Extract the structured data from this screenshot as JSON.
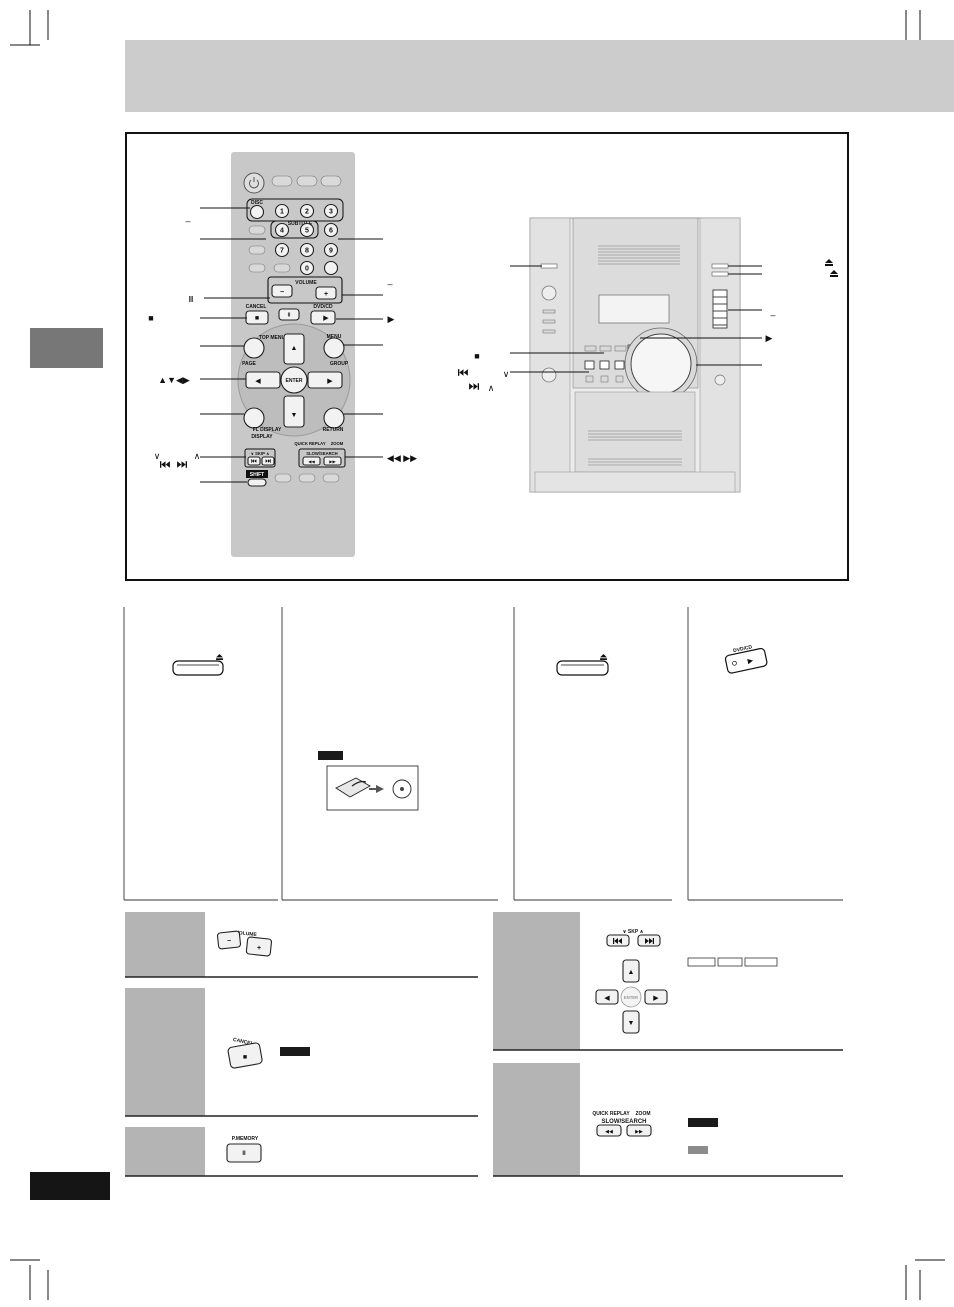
{
  "colors": {
    "header_gray": "#cccccc",
    "tab_gray": "#777777",
    "remote_body": "#c8c8c8",
    "step_gray": "#b4b4b4",
    "badge_black": "#1a1a1a",
    "badge_gray": "#8c8c8c"
  },
  "icons": {
    "stop": "stop-icon",
    "pause": "pause-icon",
    "play": "play-icon",
    "prev": "skip-back-icon",
    "next": "skip-forward-icon",
    "eject": "eject-icon"
  },
  "remote": {
    "disc": "DISC",
    "subtitle": "SUBTITLE",
    "numbers": [
      "1",
      "2",
      "3",
      "4",
      "5",
      "6",
      "7",
      "8",
      "9",
      "0"
    ],
    "volume": "VOLUME",
    "vol_minus": "−",
    "vol_plus": "+",
    "cancel": "CANCEL",
    "cancel_symbol": "■",
    "pause_symbol": "II",
    "dvdcd": "DVD/CD",
    "play_symbol": "▶",
    "top_menu": "TOP MENU",
    "menu": "MENU",
    "page": "PAGE",
    "group": "GROUP",
    "up": "▲",
    "down": "▼",
    "left": "◀",
    "right": "▶",
    "enter": "ENTER",
    "fl_display": "FL DISPLAY",
    "display": "DISPLAY",
    "return": "RETURN",
    "skip": "∨  SKIP  ∧",
    "quick_replay": "QUICK REPLAY",
    "zoom": "ZOOM",
    "slow_search": "SLOW/SEARCH",
    "rew": "◀◀",
    "ff": "▶▶",
    "shift": "SHIFT"
  },
  "callouts": {
    "remote_left": {
      "dash": "–",
      "pause": "II",
      "stop": "■",
      "cursor": "▲▼◀▶",
      "skip_down": "∨",
      "skip_up": "∧"
    },
    "remote_right": {
      "dash": "–",
      "play": "▶",
      "search": "◀◀  ▶▶"
    },
    "unit_left": {
      "stop": "■",
      "skip_down": "∨",
      "skip_up": "∧"
    },
    "unit_right": {
      "dash": "–",
      "play": "▶"
    }
  },
  "panels": {
    "dvdcd": {
      "label": "DVD/CD",
      "symbol": "▶"
    }
  },
  "steps": {
    "volume": {
      "label": "VOLUME",
      "minus": "−",
      "plus": "+"
    },
    "cancel": {
      "label": "CANCEL",
      "symbol": "■"
    },
    "pmemory": {
      "label": "P.MEMORY",
      "symbol": "II"
    },
    "skip": {
      "label": "∨   SKP   ∧",
      "enter": "ENTER",
      "up": "▲",
      "down": "▼",
      "left": "◀",
      "right": "▶"
    },
    "search": {
      "quick_replay": "QUICK REPLAY",
      "zoom": "ZOOM",
      "label": "SLOW/SEARCH",
      "rew": "◀◀",
      "ff": "▶▶"
    }
  }
}
